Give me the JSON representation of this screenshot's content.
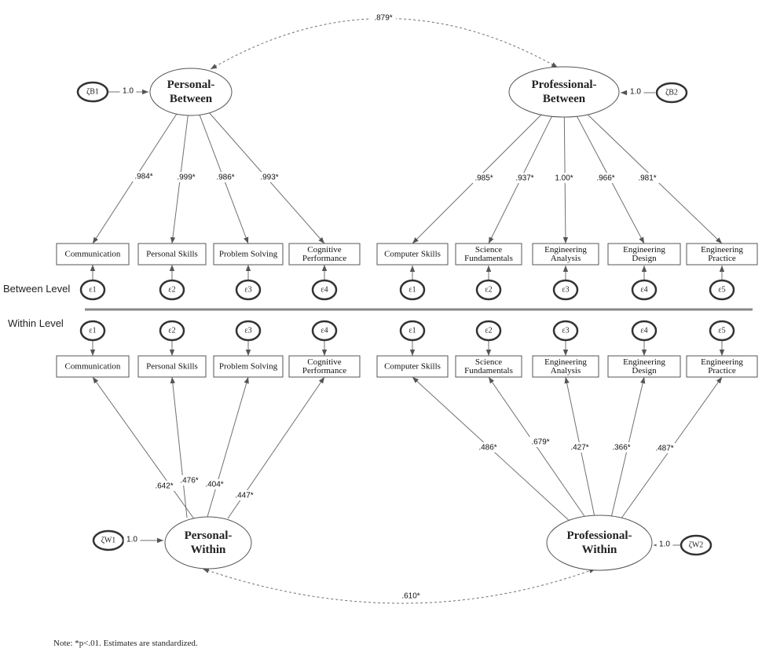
{
  "levels": {
    "between": "Between Level",
    "within": "Within Level"
  },
  "latents": {
    "personal_between": [
      "Personal-",
      "Between"
    ],
    "professional_between": [
      "Professional-",
      "Between"
    ],
    "personal_within": [
      "Personal-",
      "Within"
    ],
    "professional_within": [
      "Professional-",
      "Within"
    ]
  },
  "disturbances": {
    "zb1": "ζB1",
    "zb2": "ζB2",
    "zw1": "ζW1",
    "zw2": "ζW2",
    "fixed_path": "1.0"
  },
  "indicators": {
    "personal": [
      [
        "Communication"
      ],
      [
        "Personal Skills"
      ],
      [
        "Problem Solving"
      ],
      [
        "Cognitive",
        "Performance"
      ]
    ],
    "professional": [
      [
        "Computer Skills"
      ],
      [
        "Science",
        "Fundamentals"
      ],
      [
        "Engineering",
        "Analysis"
      ],
      [
        "Engineering",
        "Design"
      ],
      [
        "Engineering",
        "Practice"
      ]
    ]
  },
  "errors": {
    "personal": [
      "ε1",
      "ε2",
      "ε3",
      "ε4"
    ],
    "professional": [
      "ε1",
      "ε2",
      "ε3",
      "ε4",
      "ε5"
    ]
  },
  "loadings": {
    "personal_between": [
      ".984*",
      ".999*",
      ".986*",
      ".993*"
    ],
    "professional_between": [
      ".985*",
      ".937*",
      "1.00*",
      ".966*",
      ".981*"
    ],
    "personal_within": [
      ".642*",
      ".476*",
      ".404*",
      ".447*"
    ],
    "professional_within": [
      ".486*",
      ".679*",
      ".427*",
      ".366*",
      ".487*"
    ]
  },
  "correlations": {
    "between": ".879*",
    "within": ".610*"
  },
  "note": "Note: *p<.01. Estimates are standardized."
}
